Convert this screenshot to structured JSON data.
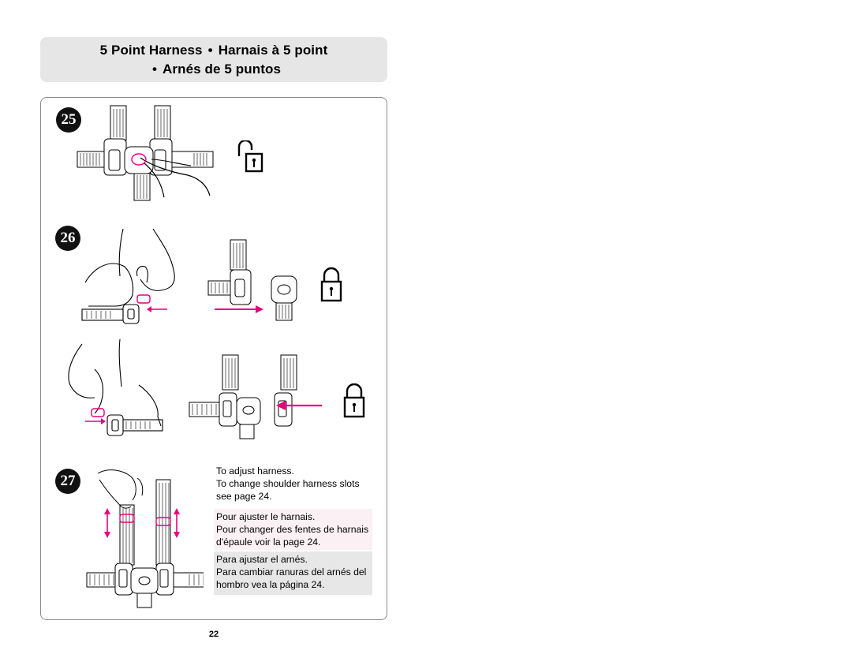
{
  "header": {
    "line1_part1": "5 Point Harness",
    "line1_bullet": "•",
    "line1_part2": "Harnais à 5 point",
    "line2_bullet": "•",
    "line2_part1": "Arnés de 5 puntos"
  },
  "steps": {
    "step25": "25",
    "step26": "26",
    "step27": "27"
  },
  "notes": {
    "en_title": "To adjust harness.",
    "en_body": "To change shoulder harness slots see page 24.",
    "fr_title": "Pour ajuster le harnais.",
    "fr_body": "Pour changer des fentes de harnais d'épaule voir la page 24.",
    "es_title": "Para ajustar el arnés.",
    "es_body": "Para cambiar ranuras del arnés del hombro vea la página 24."
  },
  "icons": {
    "unlock": "unlocked-padlock-icon",
    "lock": "locked-padlock-icon",
    "arrow": "magenta-arrow-icon"
  },
  "colors": {
    "accent": "#e6007e",
    "header_bg": "#e6e6e6",
    "fr_bg": "#fbf1f4",
    "es_bg": "#e7e7e7"
  },
  "footer": {
    "page_number": "22"
  }
}
